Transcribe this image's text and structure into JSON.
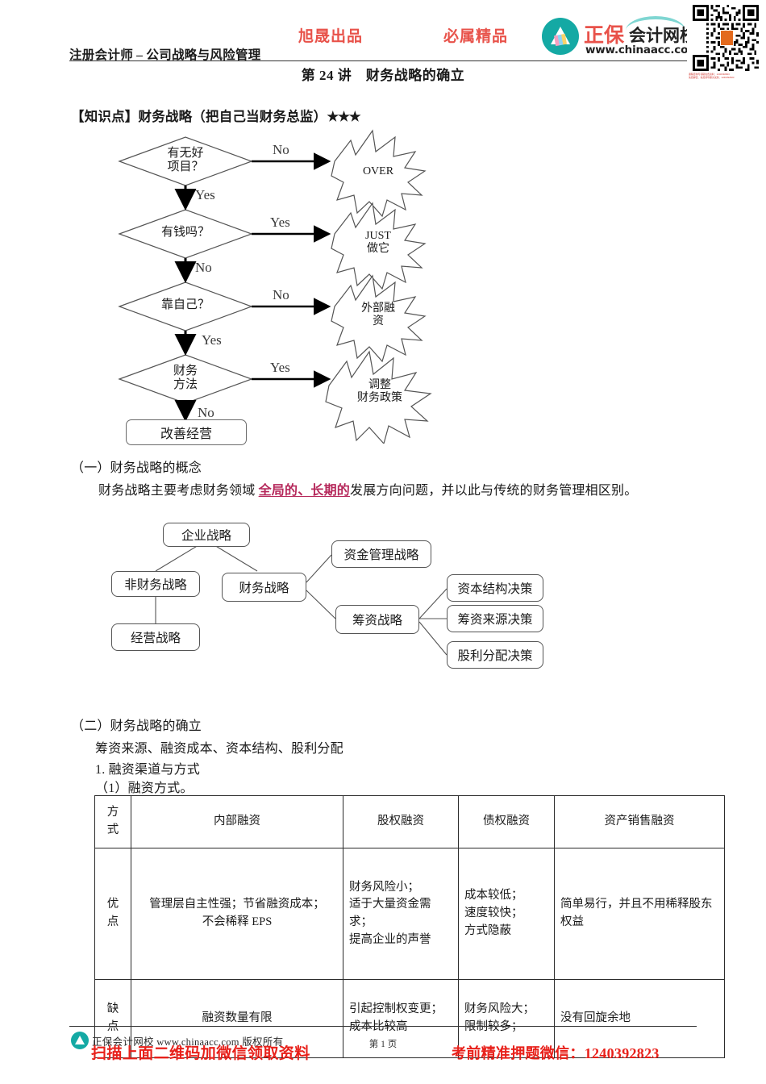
{
  "header": {
    "promo_left": "旭晟出品",
    "promo_right": "必属精品",
    "course": "注册会计师 – 公司战略与风险管理",
    "lecture_title": "第 24 讲　财务战略的确立"
  },
  "brand": {
    "name_red": "正保",
    "name_black": "会计网校",
    "url": "www.chinaacc.com",
    "qr_caption_line1": "课程咨询与领取免费资料：1240392823",
    "qr_caption_line2": "免费解密、免费督导课次试题：1240392823"
  },
  "knowledge_point": {
    "heading": "【知识点】财务战略（把自己当财务总监）",
    "stars": "★★★"
  },
  "flowchart": {
    "nodes": [
      {
        "id": "q1",
        "text": "有无好\n项目？"
      },
      {
        "id": "q2",
        "text": "有钱吗？"
      },
      {
        "id": "q3",
        "text": "靠自己？"
      },
      {
        "id": "q4",
        "text": "财务\n方法"
      }
    ],
    "end_box": "改善经营",
    "bursts": [
      {
        "id": "b1",
        "text": "OVER"
      },
      {
        "id": "b2",
        "text": "JUST\n做它"
      },
      {
        "id": "b3",
        "text": "外部融\n资"
      },
      {
        "id": "b4",
        "text": "调整\n财务政策"
      }
    ],
    "branch_labels": {
      "q1_right": "No",
      "q1_down": "Yes",
      "q2_right": "Yes",
      "q2_down": "No",
      "q3_right": "No",
      "q3_down": "Yes",
      "q4_right": "Yes",
      "q4_down": "No"
    }
  },
  "section_one": {
    "heading": "（一）财务战略的概念",
    "body_before": "财务战略主要考虑财务领域 ",
    "body_highlight": "全局的、长期的",
    "body_after": "发展方向问题，并以此与传统的财务管理相区别。"
  },
  "tree": {
    "nodes": [
      {
        "id": "root",
        "label": "企业战略"
      },
      {
        "id": "nonfin",
        "label": "非财务战略"
      },
      {
        "id": "fin",
        "label": "财务战略"
      },
      {
        "id": "oper",
        "label": "经营战略"
      },
      {
        "id": "cash",
        "label": "资金管理战略"
      },
      {
        "id": "raise",
        "label": "筹资战略"
      },
      {
        "id": "cap",
        "label": "资本结构决策"
      },
      {
        "id": "src",
        "label": "筹资来源决策"
      },
      {
        "id": "div",
        "label": "股利分配决策"
      }
    ]
  },
  "section_two": {
    "heading": "（二）财务战略的确立",
    "line1": "筹资来源、融资成本、资本结构、股利分配",
    "line2": "1. 融资渠道与方式",
    "line3": "（1）融资方式。"
  },
  "table": {
    "row_label_header": "方\n式",
    "columns": [
      "内部融资",
      "股权融资",
      "债权融资",
      "资产销售融资"
    ],
    "rows": [
      {
        "label": "优\n点",
        "cells": [
          "管理层自主性强；节省融资成本；\n不会稀释 EPS",
          "财务风险小；\n适于大量资金需求；\n提高企业的声誉",
          "成本较低；\n速度较快；\n方式隐蔽",
          "简单易行，并且不用稀释股东权益"
        ]
      },
      {
        "label": "缺\n点",
        "cells": [
          "融资数量有限",
          "引起控制权变更；\n成本比较高",
          "财务风险大；\n限制较多；",
          "没有回旋余地"
        ]
      }
    ]
  },
  "footer": {
    "copyright": "正保会计网校 www.chinaacc.com 版权所有",
    "page_number": "第 1 页",
    "red_left": "扫描上面二维码加微信领取资料",
    "red_right": "考前精准押题微信：1240392823"
  },
  "colors": {
    "promo_red": "#e8524a",
    "brand_teal": "#14a9a4",
    "highlight": "#b5275a",
    "footer_red": "#e8201a"
  }
}
